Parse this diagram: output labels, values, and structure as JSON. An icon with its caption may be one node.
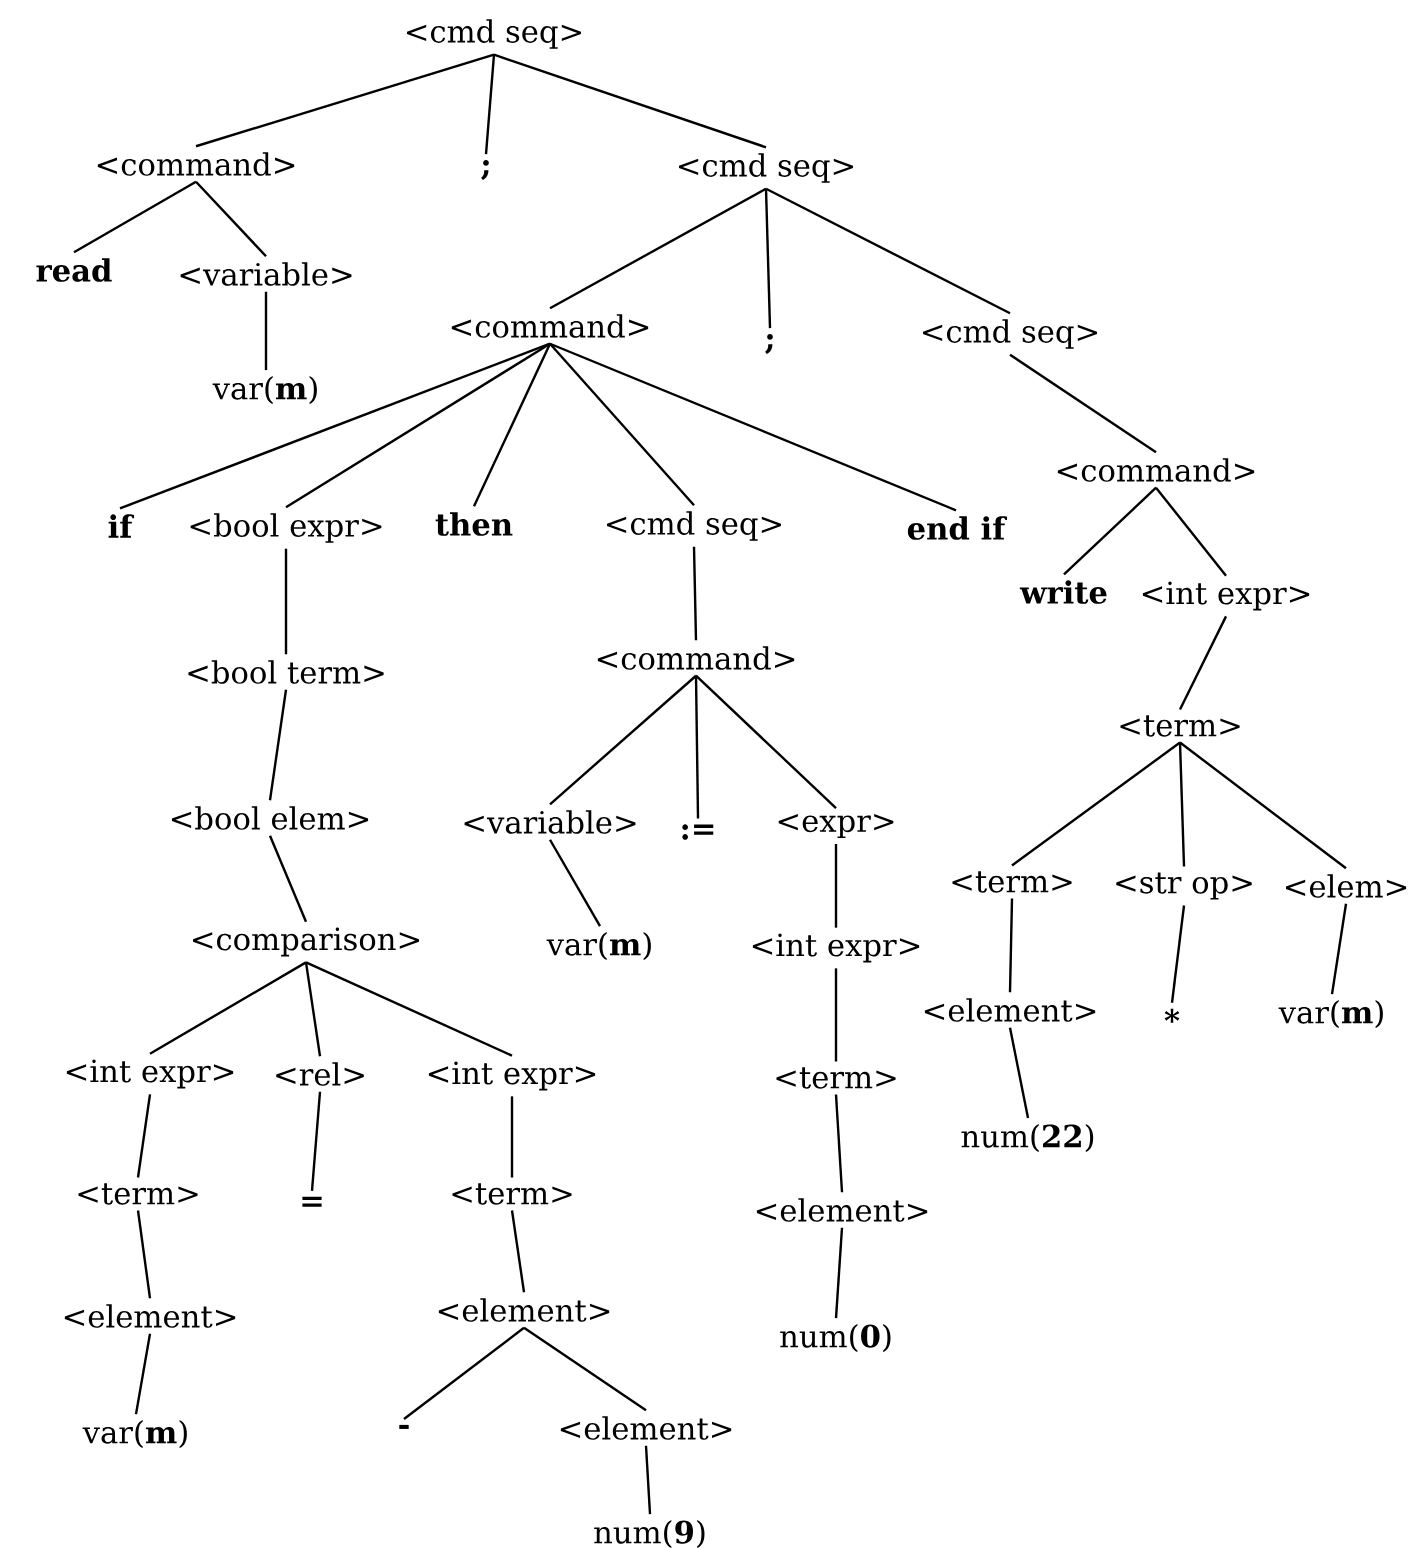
{
  "diagram": {
    "nodes": [
      {
        "text": [
          "<cmd seq>"
        ]
      },
      {
        "text": [
          "<command>"
        ]
      },
      {
        "text": [
          "read"
        ]
      },
      {
        "text": [
          "<variable>"
        ]
      },
      {
        "text": [
          "var(**m**)"
        ]
      },
      {
        "text": [
          ";"
        ]
      },
      {
        "text": [
          "<cmd seq>"
        ]
      },
      {
        "text": [
          "<command>"
        ]
      },
      {
        "text": [
          "if"
        ]
      },
      {
        "text": [
          "<bool expr>"
        ]
      },
      {
        "text": [
          "<bool term>"
        ]
      },
      {
        "text": [
          "<bool elem>"
        ]
      },
      {
        "text": [
          "<comparison>"
        ]
      },
      {
        "text": [
          "<int expr>"
        ]
      },
      {
        "text": [
          "<term>"
        ]
      },
      {
        "text": [
          "<element>"
        ]
      },
      {
        "text": [
          "var(**m**)"
        ]
      },
      {
        "text": [
          "<rel>"
        ]
      },
      {
        "text": [
          "="
        ]
      },
      {
        "text": [
          "<int expr>"
        ]
      },
      {
        "text": [
          "<term>"
        ]
      },
      {
        "text": [
          "<element>"
        ]
      },
      {
        "text": [
          "-"
        ]
      },
      {
        "text": [
          "<element>"
        ]
      },
      {
        "text": [
          "num(**9**)"
        ]
      },
      {
        "text": [
          "then"
        ]
      },
      {
        "text": [
          "<cmd seq>"
        ]
      },
      {
        "text": [
          "<command>"
        ]
      },
      {
        "text": [
          "<variable>"
        ]
      },
      {
        "text": [
          "var(**m**)"
        ]
      },
      {
        "text": [
          ":="
        ]
      },
      {
        "text": [
          "<expr>"
        ]
      },
      {
        "text": [
          "<int expr>"
        ]
      },
      {
        "text": [
          "<term>"
        ]
      },
      {
        "text": [
          "<element>"
        ]
      },
      {
        "text": [
          "num(**0**)"
        ]
      },
      {
        "text": [
          "end if"
        ]
      },
      {
        "text": [
          ";"
        ]
      },
      {
        "text": [
          "<cmd seq>"
        ]
      },
      {
        "text": [
          "<command>"
        ]
      },
      {
        "text": [
          "write"
        ]
      },
      {
        "text": [
          "<int expr>"
        ]
      },
      {
        "text": [
          "<term>"
        ]
      },
      {
        "text": [
          "<term>"
        ]
      },
      {
        "text": [
          "<element>"
        ]
      },
      {
        "text": [
          "num(**22**)"
        ]
      },
      {
        "text": [
          "<str op>"
        ]
      },
      {
        "text": [
          "*"
        ]
      },
      {
        "text": [
          "<elem>"
        ]
      },
      {
        "text": [
          "var(**m**)"
        ]
      }
    ],
    "edges": [
      {
        "from": 0,
        "to": 1,
        "arrow": "none"
      },
      {
        "from": 0,
        "to": 5,
        "arrow": "none"
      },
      {
        "from": 0,
        "to": 6,
        "arrow": "none"
      },
      {
        "from": 1,
        "to": 2,
        "arrow": "none"
      },
      {
        "from": 1,
        "to": 3,
        "arrow": "none"
      },
      {
        "from": 3,
        "to": 4,
        "arrow": "none"
      },
      {
        "from": 6,
        "to": 7,
        "arrow": "none"
      },
      {
        "from": 6,
        "to": 37,
        "arrow": "none"
      },
      {
        "from": 6,
        "to": 38,
        "arrow": "none"
      },
      {
        "from": 7,
        "to": 8,
        "arrow": "none"
      },
      {
        "from": 7,
        "to": 9,
        "arrow": "none"
      },
      {
        "from": 7,
        "to": 25,
        "arrow": "none"
      },
      {
        "from": 7,
        "to": 26,
        "arrow": "none"
      },
      {
        "from": 7,
        "to": 36,
        "arrow": "none"
      },
      {
        "from": 9,
        "to": 10,
        "arrow": "none"
      },
      {
        "from": 10,
        "to": 11,
        "arrow": "none"
      },
      {
        "from": 11,
        "to": 12,
        "arrow": "none"
      },
      {
        "from": 12,
        "to": 13,
        "arrow": "none"
      },
      {
        "from": 12,
        "to": 17,
        "arrow": "none"
      },
      {
        "from": 12,
        "to": 19,
        "arrow": "none"
      },
      {
        "from": 13,
        "to": 14,
        "arrow": "none"
      },
      {
        "from": 14,
        "to": 15,
        "arrow": "none"
      },
      {
        "from": 15,
        "to": 16,
        "arrow": "none"
      },
      {
        "from": 17,
        "to": 18,
        "arrow": "none"
      },
      {
        "from": 19,
        "to": 20,
        "arrow": "none"
      },
      {
        "from": 20,
        "to": 21,
        "arrow": "none"
      },
      {
        "from": 21,
        "to": 22,
        "arrow": "none"
      },
      {
        "from": 21,
        "to": 23,
        "arrow": "none"
      },
      {
        "from": 23,
        "to": 24,
        "arrow": "none"
      },
      {
        "from": 26,
        "to": 27,
        "arrow": "none"
      },
      {
        "from": 27,
        "to": 28,
        "arrow": "none"
      },
      {
        "from": 27,
        "to": 30,
        "arrow": "none"
      },
      {
        "from": 27,
        "to": 31,
        "arrow": "none"
      },
      {
        "from": 28,
        "to": 29,
        "arrow": "none"
      },
      {
        "from": 31,
        "to": 32,
        "arrow": "none"
      },
      {
        "from": 32,
        "to": 33,
        "arrow": "none"
      },
      {
        "from": 33,
        "to": 34,
        "arrow": "none"
      },
      {
        "from": 34,
        "to": 35,
        "arrow": "none"
      },
      {
        "from": 38,
        "to": 39,
        "arrow": "none"
      },
      {
        "from": 39,
        "to": 40,
        "arrow": "none"
      },
      {
        "from": 39,
        "to": 41,
        "arrow": "none"
      },
      {
        "from": 41,
        "to": 42,
        "arrow": "none"
      },
      {
        "from": 42,
        "to": 43,
        "arrow": "none"
      },
      {
        "from": 42,
        "to": 46,
        "arrow": "none"
      },
      {
        "from": 42,
        "to": 48,
        "arrow": "none"
      },
      {
        "from": 43,
        "to": 44,
        "arrow": "none"
      },
      {
        "from": 44,
        "to": 45,
        "arrow": "none"
      },
      {
        "from": 46,
        "to": 47,
        "arrow": "none"
      },
      {
        "from": 48,
        "to": 49,
        "arrow": "none"
      }
    ]
  }
}
